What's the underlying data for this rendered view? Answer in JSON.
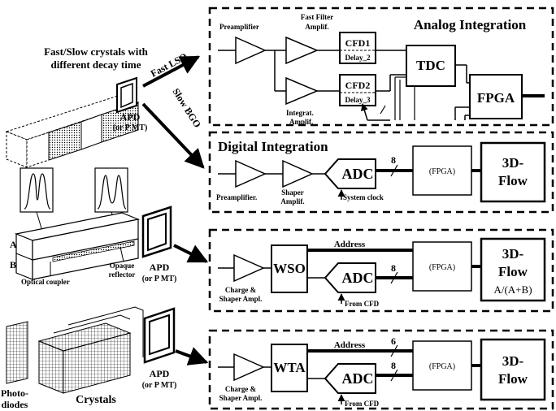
{
  "crystals_label_1": "Fast/Slow crystals with",
  "crystals_label_2": "different decay time",
  "arrow_fast": "Fast LSO",
  "arrow_slow": "Slow BGO",
  "apd": "APD",
  "apd_alt": "(or P MT)",
  "analog": {
    "title": "Analog Integration",
    "preamp": "Preamplifier",
    "fast_filter_1": "Fast Filter",
    "fast_filter_2": "Amplif.",
    "integ_1": "Integrat.",
    "integ_2": "Amplif.",
    "cfd1": "CFD1",
    "delay2": "Delay_2",
    "cfd2": "CFD2",
    "delay3": "Delay_3",
    "tdc": "TDC",
    "fpga": "FPGA"
  },
  "digital": {
    "title": "Digital Integration",
    "preamp": "Preamplifier.",
    "shaper_1": "Shaper",
    "shaper_2": "Amplif.",
    "adc": "ADC",
    "bits": "8",
    "clock": "System clock",
    "fpga": "(FPGA)",
    "flow_1": "3D-",
    "flow_2": "Flow"
  },
  "row2": {
    "label_a": "A",
    "label_b": "B",
    "coupler": "Optical coupler",
    "reflector_1": "Opaque",
    "reflector_2": "reflector",
    "charge_1": "Charge &",
    "charge_2": "Shaper Ampl.",
    "wso": "WSO",
    "address": "Address",
    "adc": "ADC",
    "bits": "8",
    "from_cfd": "From CFD",
    "fpga": "(FPGA)",
    "flow_1": "3D-",
    "flow_2": "Flow",
    "ratio": "A/(A+B)"
  },
  "row3": {
    "photo_1": "Photo-",
    "photo_2": "diodes",
    "crystals": "Crystals",
    "charge_1": "Charge &",
    "charge_2": "Shaper Ampl.",
    "wta": "WTA",
    "address": "Address",
    "addr_bits": "6",
    "adc": "ADC",
    "bits": "8",
    "from_cfd": "From CFD",
    "fpga": "(FPGA)",
    "flow_1": "3D-",
    "flow_2": "Flow"
  }
}
